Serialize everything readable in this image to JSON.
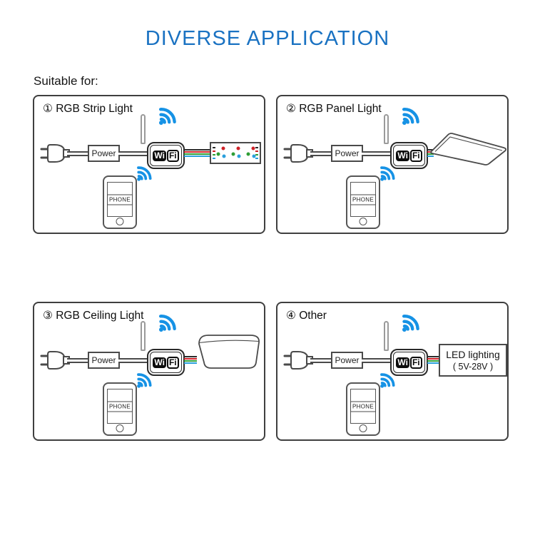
{
  "title": "DIVERSE APPLICATION",
  "subtitle": "Suitable for:",
  "shared": {
    "power": "Power",
    "phone": "PHONE",
    "wifi_left": "Wi",
    "wifi_right": "Fi"
  },
  "panels": [
    {
      "heading": "① RGB Strip Light"
    },
    {
      "heading": "② RGB Panel Light"
    },
    {
      "heading": "③ RGB Ceiling Light"
    },
    {
      "heading": "④ Other",
      "device_line1": "LED lighting",
      "device_line2": "( 5V-28V )"
    }
  ],
  "icons": {
    "wifi_signal_icon": "three blue arcs with dot, tilted toward upper-right",
    "antenna_icon": "vertical rounded bar on controller",
    "power_plug_icon": "two-prong wall plug",
    "home_button_icon": "circle at phone bottom"
  },
  "colors": {
    "blue_title": "#1a72c2",
    "blue_wifi": "#1692e5",
    "wire_black": "#2b2b2b",
    "wire_red": "#cf2127",
    "wire_green": "#2f9e36",
    "wire_blue": "#2a9fdc"
  }
}
